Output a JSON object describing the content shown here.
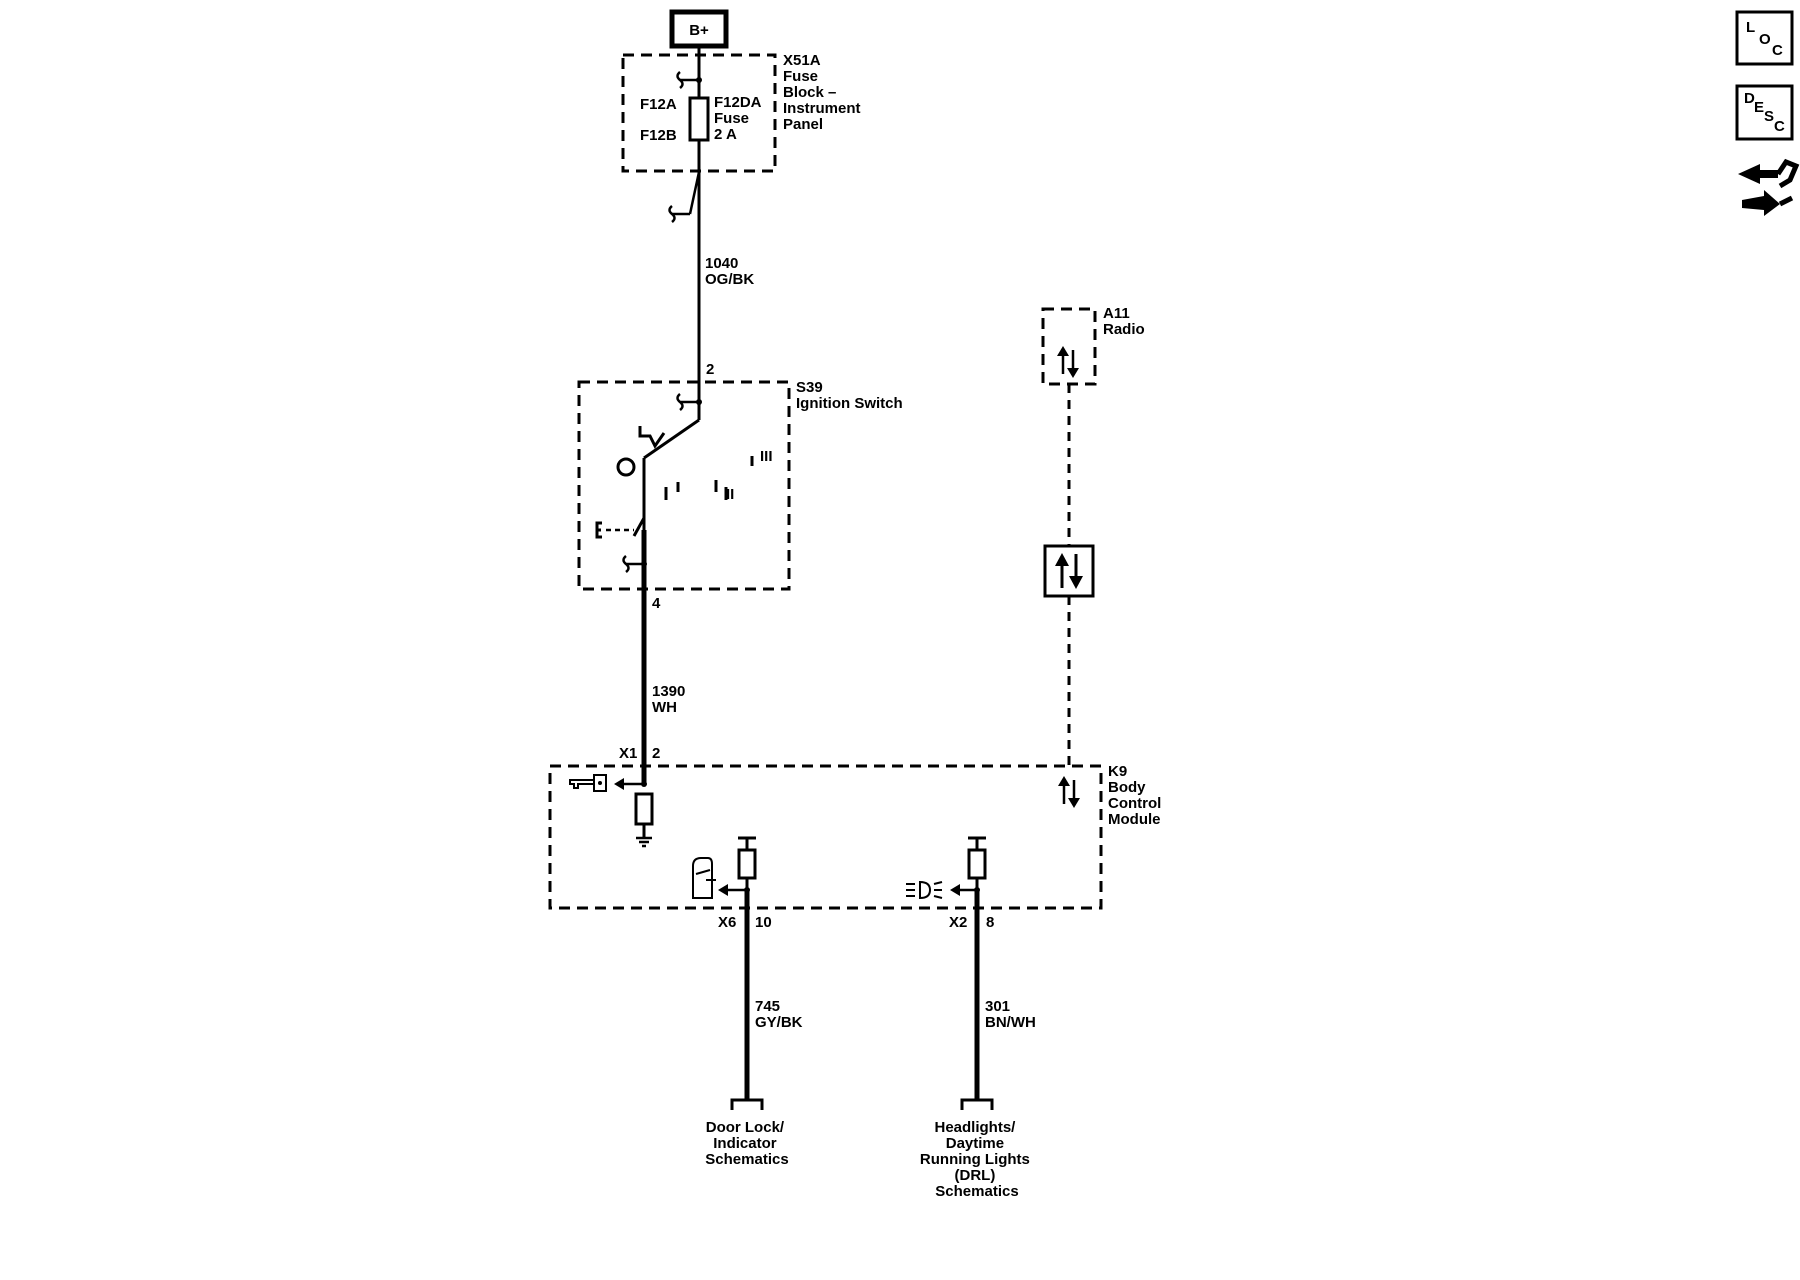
{
  "battery": {
    "label": "B+"
  },
  "fuse_block": {
    "name_lines": [
      "X51A",
      "Fuse",
      "Block –",
      "Instrument",
      "Panel"
    ],
    "pin_a": "F12A",
    "pin_b": "F12B",
    "fuse_lines": [
      "F12DA",
      "Fuse",
      "2 A"
    ]
  },
  "wire_1040": {
    "circuit": "1040",
    "color": "OG/BK"
  },
  "ignition_switch": {
    "name_lines": [
      "S39",
      "Ignition Switch"
    ],
    "pin_in": "2",
    "pin_out": "4",
    "pos_0": "0",
    "pos_1": "I",
    "pos_2": "II",
    "pos_3": "III",
    "pos_e": "E"
  },
  "wire_1390": {
    "circuit": "1390",
    "color": "WH"
  },
  "radio": {
    "name_lines": [
      "A11",
      "Radio"
    ]
  },
  "bcm": {
    "name_lines": [
      "K9",
      "Body",
      "Control",
      "Module"
    ],
    "conn_x1": "X1",
    "pin_x1": "2",
    "conn_x6": "X6",
    "pin_x6": "10",
    "conn_x2": "X2",
    "pin_x2": "8"
  },
  "wire_745": {
    "circuit": "745",
    "color": "GY/BK"
  },
  "wire_301": {
    "circuit": "301",
    "color": "BN/WH"
  },
  "ref_door": {
    "lines": [
      "Door Lock/",
      "Indicator",
      "Schematics"
    ]
  },
  "ref_headlights": {
    "lines": [
      "Headlights/",
      "Daytime",
      "Running Lights",
      "(DRL)",
      "Schematics"
    ]
  },
  "nav": {
    "loc": {
      "l": "L",
      "o": "O",
      "c": "C"
    },
    "desc": {
      "d": "D",
      "e": "E",
      "s": "S",
      "c": "C"
    }
  },
  "icons": [
    "battery-icon",
    "fuse-icon",
    "ignition-switch-icon",
    "serial-data-icon",
    "key-icon",
    "ground-icon",
    "door-lock-icon",
    "headlamp-icon",
    "connector-icon",
    "location-icon",
    "description-icon",
    "wrench-arrows-icon"
  ]
}
